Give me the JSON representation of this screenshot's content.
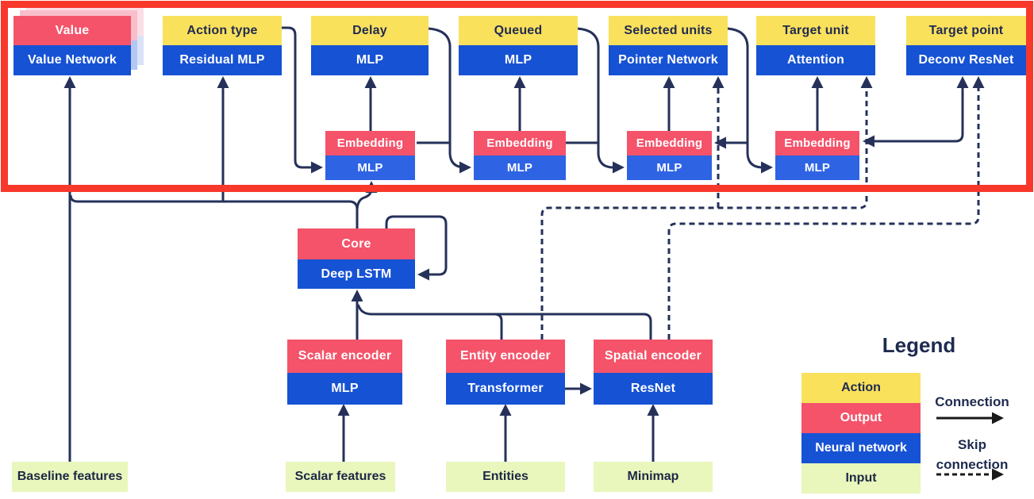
{
  "nodes": {
    "value": {
      "top": "Value",
      "bottom": "Value Network"
    },
    "action_type": {
      "top": "Action type",
      "bottom": "Residual MLP"
    },
    "delay": {
      "top": "Delay",
      "bottom": "MLP"
    },
    "queued": {
      "top": "Queued",
      "bottom": "MLP"
    },
    "selected_units": {
      "top": "Selected units",
      "bottom": "Pointer Network"
    },
    "target_unit": {
      "top": "Target unit",
      "bottom": "Attention"
    },
    "target_point": {
      "top": "Target point",
      "bottom": "Deconv ResNet"
    },
    "embedding1": {
      "top": "Embedding",
      "bottom": "MLP"
    },
    "embedding2": {
      "top": "Embedding",
      "bottom": "MLP"
    },
    "embedding3": {
      "top": "Embedding",
      "bottom": "MLP"
    },
    "embedding4": {
      "top": "Embedding",
      "bottom": "MLP"
    },
    "core": {
      "top": "Core",
      "bottom": "Deep LSTM"
    },
    "scalar_encoder": {
      "top": "Scalar encoder",
      "bottom": "MLP"
    },
    "entity_encoder": {
      "top": "Entity encoder",
      "bottom": "Transformer"
    },
    "spatial_encoder": {
      "top": "Spatial encoder",
      "bottom": "ResNet"
    }
  },
  "inputs": {
    "baseline": "Baseline features",
    "scalar": "Scalar features",
    "entities": "Entities",
    "minimap": "Minimap"
  },
  "legend": {
    "title": "Legend",
    "items": [
      {
        "label": "Action",
        "color": "#fae15c"
      },
      {
        "label": "Output",
        "color": "#f4536a"
      },
      {
        "label": "Neural network",
        "color": "#1652d4"
      },
      {
        "label": "Input",
        "color": "#e9f6bc"
      }
    ],
    "connection_label": "Connection",
    "skip_connection_label": "Skip connection"
  },
  "colors": {
    "action_yellow": "#fae15c",
    "output_pink": "#f4536a",
    "network_blue": "#1652d4",
    "embedding_blue": "#2e63e4",
    "input_green": "#e9f6bc",
    "wire_navy": "#26315a",
    "frame_red": "#f8382b",
    "text_navy": "#1e2a4f"
  }
}
